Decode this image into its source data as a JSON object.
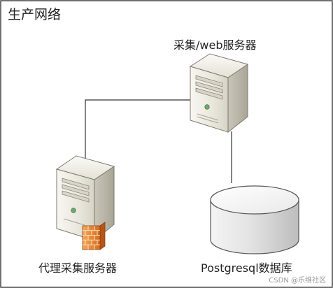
{
  "diagram": {
    "title": "生产网络",
    "nodes": {
      "web_server": {
        "label": "采集/web服务器",
        "icon": "server-tower-icon"
      },
      "proxy_server": {
        "label": "代理采集服务器",
        "icon": "server-tower-with-firewall-icon"
      },
      "database": {
        "label": "Postgresql数据库",
        "icon": "database-cylinder-icon"
      }
    },
    "edges": [
      {
        "from": "web_server",
        "to": "proxy_server"
      },
      {
        "from": "web_server",
        "to": "database"
      }
    ]
  },
  "watermark": "CSDN @乐维社区",
  "colors": {
    "frame": "#333333",
    "connector": "#333333",
    "server_body_light": "#f2f0ea",
    "server_body_shadow": "#b9b6ac",
    "firewall": "#e07b2a"
  }
}
